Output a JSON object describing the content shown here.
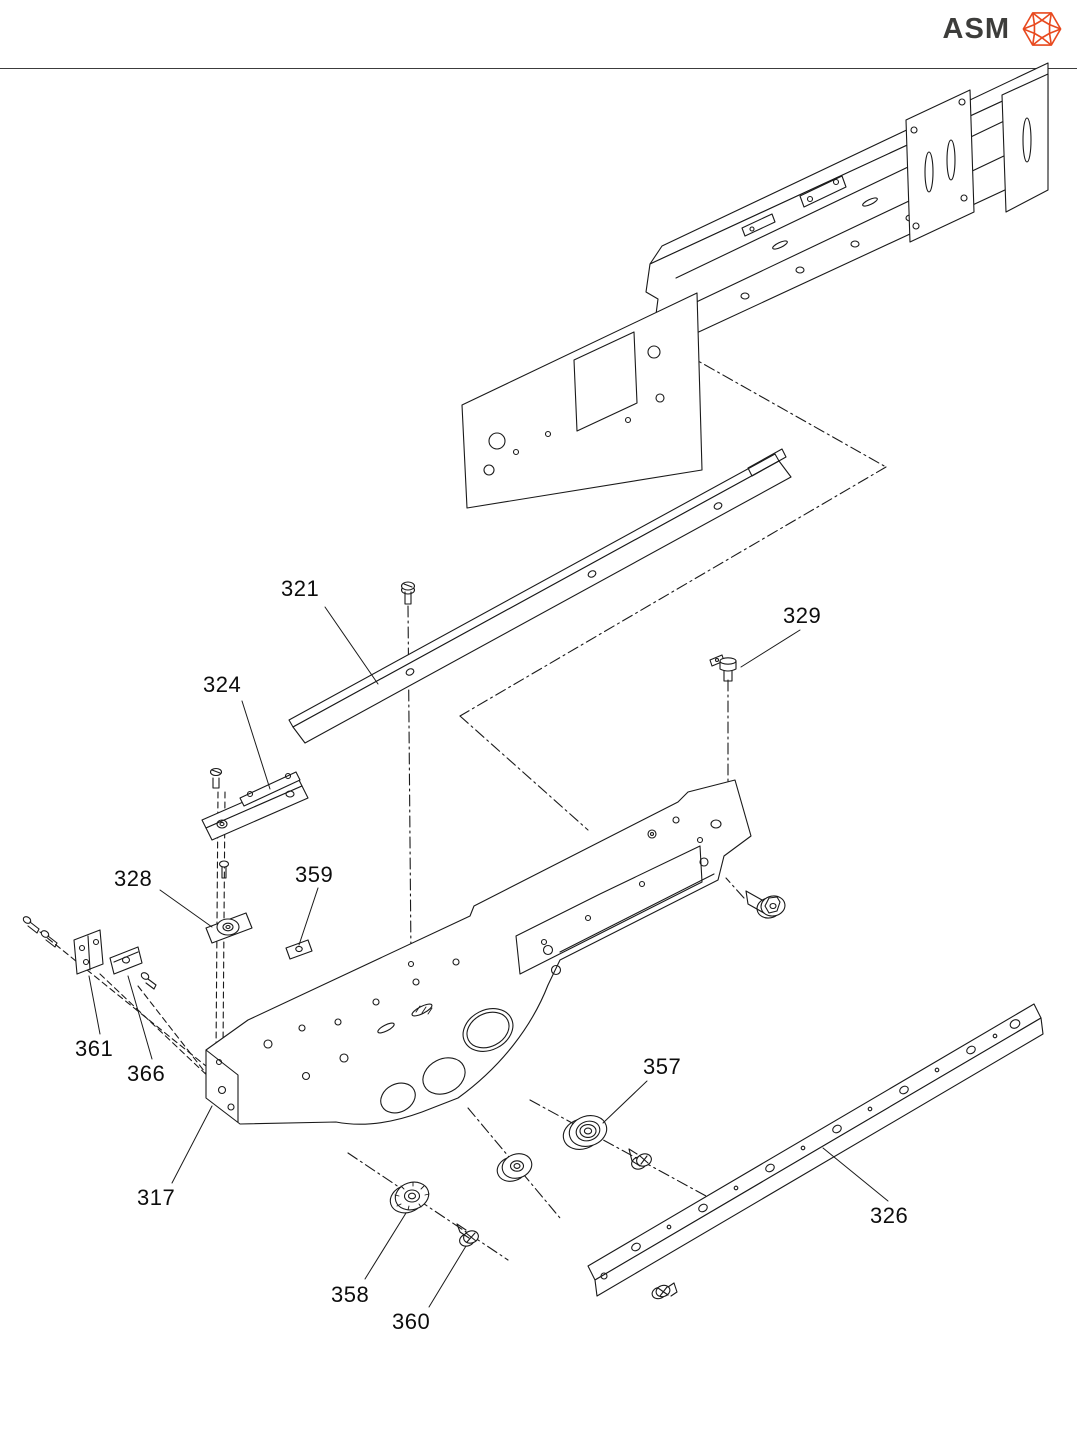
{
  "header": {
    "brand": "ASM",
    "icons": {
      "logo": "hexagon-wireframe-globe-icon"
    },
    "colors": {
      "brand_text": "#3D3D3B",
      "logo_icon": "#E8491F",
      "divider": "#3C3C3C"
    }
  },
  "drawing": {
    "kind": "exploded-parts-diagram",
    "line_color": "#1A1A1A",
    "callouts": [
      {
        "text": "321"
      },
      {
        "text": "329"
      },
      {
        "text": "324"
      },
      {
        "text": "328"
      },
      {
        "text": "359"
      },
      {
        "text": "361"
      },
      {
        "text": "366"
      },
      {
        "text": "317"
      },
      {
        "text": "357"
      },
      {
        "text": "326"
      },
      {
        "text": "358"
      },
      {
        "text": "360"
      }
    ]
  }
}
